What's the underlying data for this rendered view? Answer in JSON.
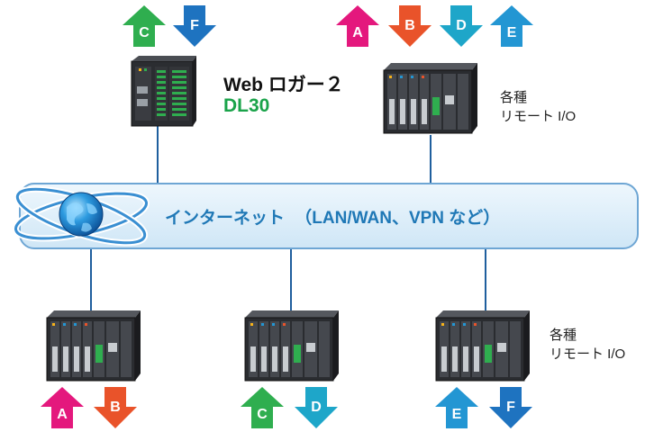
{
  "colors": {
    "A": "#e4187d",
    "B": "#e9532a",
    "C": "#2fae4f",
    "D": "#1ea6c9",
    "E": "#2396d3",
    "F": "#1e73c0",
    "line": "#1f5f9e",
    "band_fill": "#dbeef9",
    "band_stroke": "#6ea6d4",
    "logger_name": "#1aa34a"
  },
  "logger": {
    "title": "Web ロガー２",
    "model": "DL30",
    "signals": [
      {
        "letter": "C",
        "direction": "up",
        "icon": "arrow-up-icon"
      },
      {
        "letter": "F",
        "direction": "down",
        "icon": "arrow-down-icon"
      }
    ]
  },
  "top_remote": {
    "label_line1": "各種",
    "label_line2": "リモート I/O",
    "signals": [
      {
        "letter": "A",
        "direction": "up",
        "icon": "arrow-up-icon"
      },
      {
        "letter": "B",
        "direction": "down",
        "icon": "arrow-down-icon"
      },
      {
        "letter": "D",
        "direction": "down",
        "icon": "arrow-down-icon"
      },
      {
        "letter": "E",
        "direction": "up",
        "icon": "arrow-up-icon"
      }
    ]
  },
  "network": {
    "label": "インターネット",
    "sublabel": "（LAN/WAN、VPN など）",
    "icon": "globe-icon"
  },
  "bottom_nodes": [
    {
      "signals": [
        {
          "letter": "A",
          "direction": "up",
          "icon": "arrow-up-icon"
        },
        {
          "letter": "B",
          "direction": "down",
          "icon": "arrow-down-icon"
        }
      ]
    },
    {
      "signals": [
        {
          "letter": "C",
          "direction": "up",
          "icon": "arrow-up-icon"
        },
        {
          "letter": "D",
          "direction": "down",
          "icon": "arrow-down-icon"
        }
      ]
    },
    {
      "label_line1": "各種",
      "label_line2": "リモート I/O",
      "signals": [
        {
          "letter": "E",
          "direction": "up",
          "icon": "arrow-up-icon"
        },
        {
          "letter": "F",
          "direction": "down",
          "icon": "arrow-down-icon"
        }
      ]
    }
  ]
}
